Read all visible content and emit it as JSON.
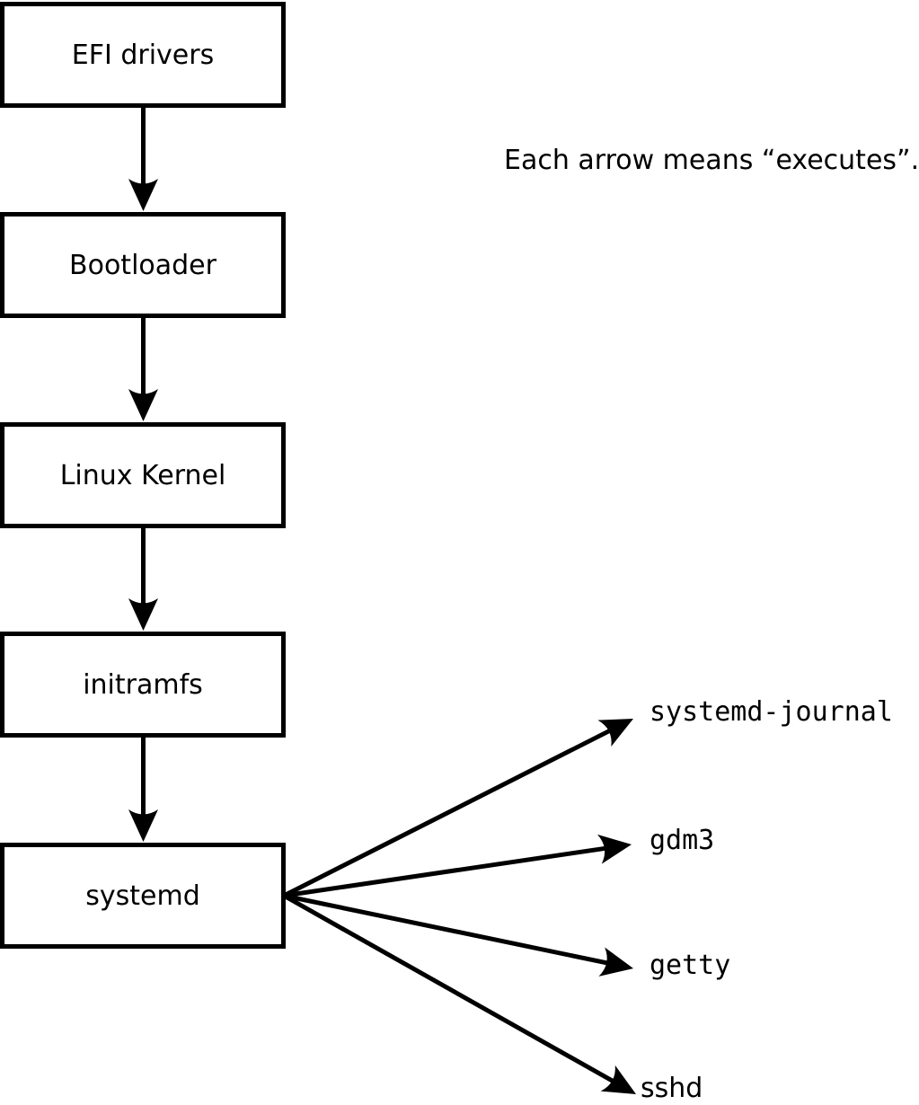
{
  "diagram": {
    "title": "Linux boot process diagram",
    "annotation": "Each arrow means “executes”.",
    "arrow_meaning": "executes",
    "boot_chain": [
      {
        "label": "EFI drivers"
      },
      {
        "label": "Bootloader"
      },
      {
        "label": "Linux Kernel"
      },
      {
        "label": "initramfs"
      },
      {
        "label": "systemd"
      }
    ],
    "services": [
      {
        "name": "systemd-journal"
      },
      {
        "name": "gdm3"
      },
      {
        "name": "getty"
      },
      {
        "name": "sshd"
      }
    ],
    "colors": {
      "line": "#000000",
      "background": "#ffffff",
      "box_fill": "#ffffff",
      "text": "#000000"
    }
  }
}
